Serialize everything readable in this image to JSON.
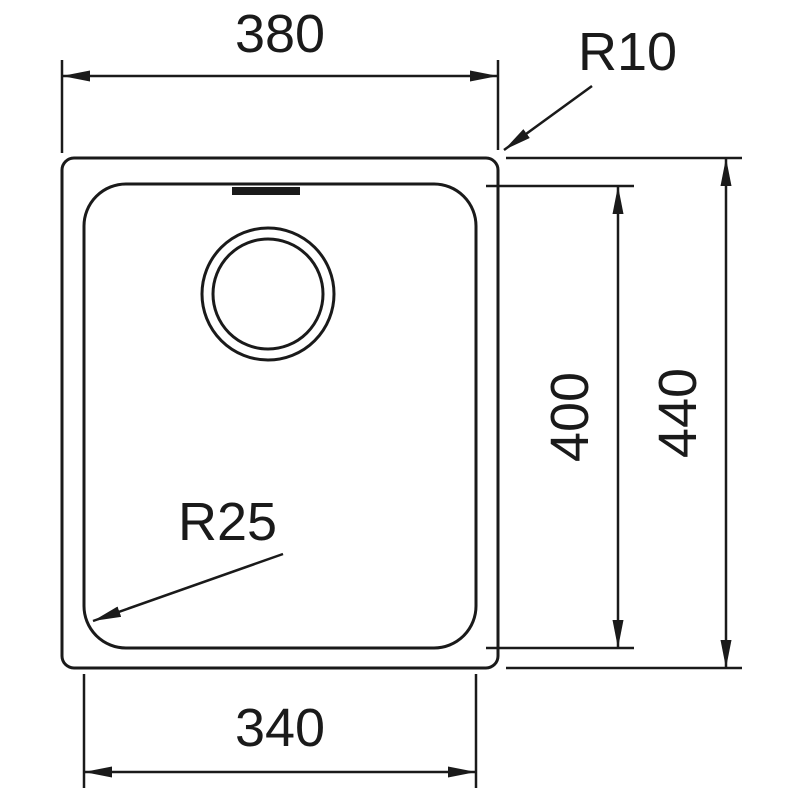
{
  "diagram": {
    "kind": "technical-dimension-drawing",
    "subject": "rectangular sink bowl, top view",
    "labels": {
      "outer_width": "380",
      "outer_corner_radius": "R10",
      "inner_height": "400",
      "outer_height": "440",
      "inner_corner_radius": "R25",
      "inner_width": "340"
    },
    "colors": {
      "stroke": "#1a1a1a",
      "background": "#ffffff"
    }
  }
}
